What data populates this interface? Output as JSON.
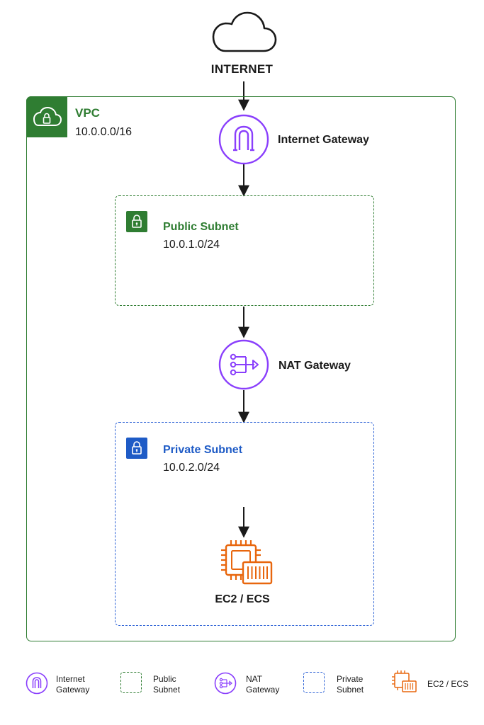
{
  "internet": {
    "label": "INTERNET",
    "icon": "cloud-icon"
  },
  "vpc": {
    "title": "VPC",
    "cidr": "10.0.0.0/16",
    "color": "#2f7d32",
    "icon": "cloud-lock-icon"
  },
  "internet_gateway": {
    "label": "Internet Gateway",
    "color": "#8a3ffc",
    "icon": "internet-gateway-icon"
  },
  "public_subnet": {
    "title": "Public Subnet",
    "cidr": "10.0.1.0/24",
    "color": "#2f7d32",
    "icon": "lock-icon"
  },
  "nat_gateway": {
    "label": "NAT Gateway",
    "color": "#8a3ffc",
    "icon": "nat-gateway-icon"
  },
  "private_subnet": {
    "title": "Private Subnet",
    "cidr": "10.0.2.0/24",
    "color": "#1e5bc6",
    "icon": "lock-icon"
  },
  "compute": {
    "label": "EC2 / ECS",
    "color": "#e8660d",
    "icon": "ec2-chip-icon"
  },
  "legend": [
    {
      "line1": "Internet",
      "line2": "Gateway"
    },
    {
      "line1": "Public",
      "line2": "Subnet"
    },
    {
      "line1": "NAT",
      "line2": "Gateway"
    },
    {
      "line1": "Private",
      "line2": "Subnet"
    },
    {
      "label": "EC2 / ECS"
    }
  ]
}
